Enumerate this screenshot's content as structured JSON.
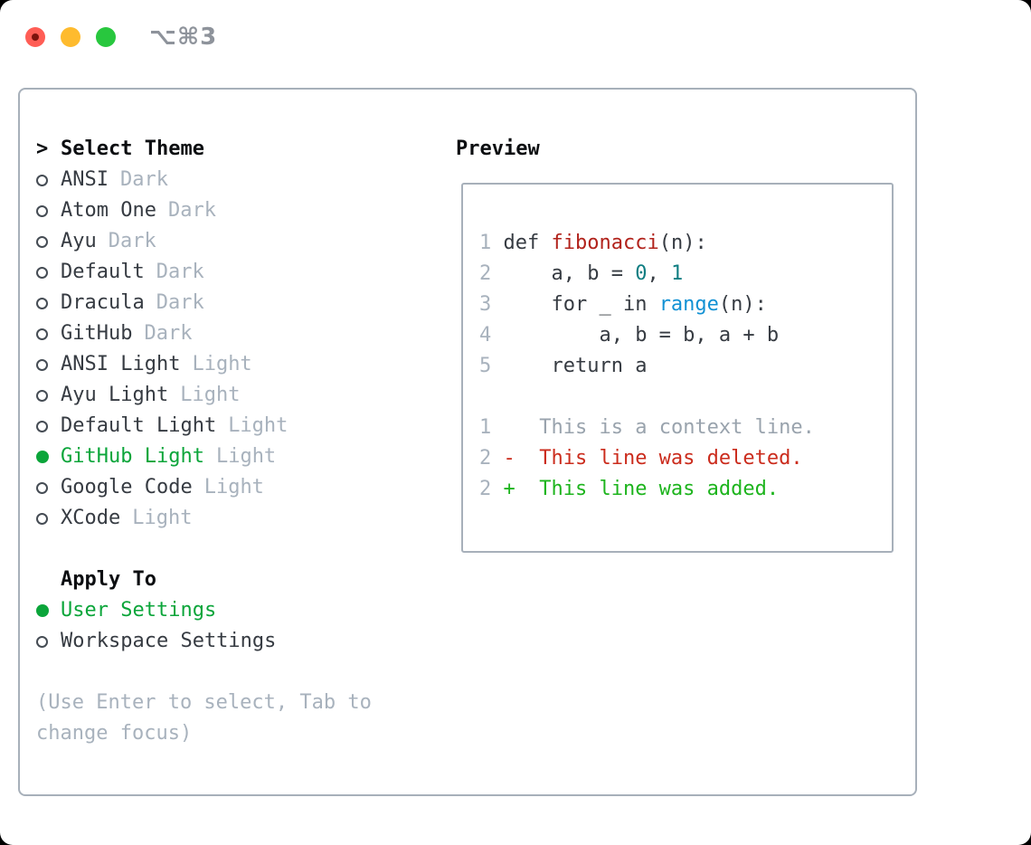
{
  "window": {
    "title": "⌥⌘3"
  },
  "colors": {
    "green": "#0ba53a",
    "panel-border": "#a7b0ba",
    "text": "#363b42",
    "muted": "#a8b2bd",
    "black": "#0c0e11",
    "func-red": "#b1221b",
    "builtin-blue": "#1191d4",
    "literal-teal": "#0f7e82",
    "diff-del": "#cb2c1d",
    "diff-add": "#1db41d",
    "context-gray": "#99a3ad",
    "traffic-red": "#ff5d55",
    "traffic-yellow": "#febb2e",
    "traffic-green": "#28c73e"
  },
  "theme_picker": {
    "caret": ">",
    "header": "Select Theme",
    "items": [
      {
        "label": "ANSI",
        "variant": "Dark",
        "selected": false
      },
      {
        "label": "Atom One",
        "variant": "Dark",
        "selected": false
      },
      {
        "label": "Ayu",
        "variant": "Dark",
        "selected": false
      },
      {
        "label": "Default",
        "variant": "Dark",
        "selected": false
      },
      {
        "label": "Dracula",
        "variant": "Dark",
        "selected": false
      },
      {
        "label": "GitHub",
        "variant": "Dark",
        "selected": false
      },
      {
        "label": "ANSI Light",
        "variant": "Light",
        "selected": false
      },
      {
        "label": "Ayu Light",
        "variant": "Light",
        "selected": false
      },
      {
        "label": "Default Light",
        "variant": "Light",
        "selected": false
      },
      {
        "label": "GitHub Light",
        "variant": "Light",
        "selected": true
      },
      {
        "label": "Google Code",
        "variant": "Light",
        "selected": false
      },
      {
        "label": "XCode",
        "variant": "Light",
        "selected": false
      }
    ]
  },
  "apply_to": {
    "header": "Apply To",
    "options": [
      {
        "label": "User Settings",
        "selected": true
      },
      {
        "label": "Workspace Settings",
        "selected": false
      }
    ]
  },
  "help_text": "(Use Enter to select, Tab to change focus)",
  "preview": {
    "header": "Preview",
    "lines": [
      [
        [
          "1 ",
          "num"
        ],
        [
          "def ",
          "fg"
        ],
        [
          "fibonacci",
          "fn"
        ],
        [
          "(n):",
          "fg"
        ]
      ],
      [
        [
          "2 ",
          "num"
        ],
        [
          "    a, b = ",
          "fg"
        ],
        [
          "0",
          "lit"
        ],
        [
          ", ",
          "fg"
        ],
        [
          "1",
          "lit"
        ]
      ],
      [
        [
          "3 ",
          "num"
        ],
        [
          "    for _ in ",
          "fg"
        ],
        [
          "range",
          "bi"
        ],
        [
          "(n):",
          "fg"
        ]
      ],
      [
        [
          "4 ",
          "num"
        ],
        [
          "        a, b = b, a + b",
          "fg"
        ]
      ],
      [
        [
          "5 ",
          "num"
        ],
        [
          "    return a",
          "fg"
        ]
      ],
      [],
      [
        [
          "1 ",
          "num"
        ],
        [
          "   ",
          "fg"
        ],
        [
          "This is a context line.",
          "ctx"
        ]
      ],
      [
        [
          "2 ",
          "num"
        ],
        [
          "-  This line was deleted.",
          "del"
        ]
      ],
      [
        [
          "2 ",
          "num"
        ],
        [
          "+  This line was added.",
          "add"
        ]
      ]
    ]
  }
}
